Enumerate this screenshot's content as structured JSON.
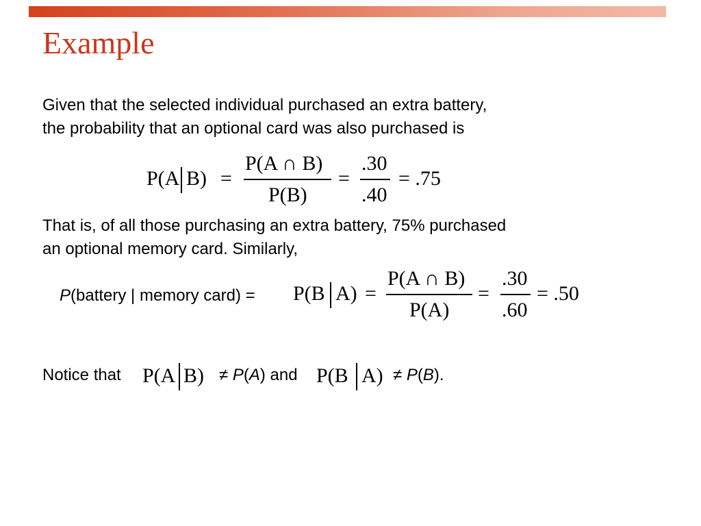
{
  "slide": {
    "title": "Example",
    "para1": [
      "Given that the selected individual purchased an extra battery,",
      "the probability that an optional card was also purchased is"
    ],
    "eq1": {
      "lhs_a": "P(A",
      "lhs_b": "B)",
      "eq": "=",
      "num": "P(A ∩ B)",
      "den": "P(B)",
      "num2": ".30",
      "den2": ".40",
      "result": "= .75"
    },
    "para2": [
      "That is, of all those purchasing an extra battery, 75% purchased",
      "an optional memory card. Similarly,"
    ],
    "eq2": {
      "label_p": "P",
      "label_rest": "(battery | memory card) =",
      "lhs_a": "P(B",
      "lhs_b": "A)",
      "eq": "=",
      "num": "P(A ∩ B)",
      "den": "P(A)",
      "num2": ".30",
      "den2": ".60",
      "result": "= .50"
    },
    "notice": {
      "prefix": "Notice that",
      "expr1_a": "P(A",
      "expr1_b": "B)",
      "neq1": "≠",
      "p1": "P",
      "p1_open": "(",
      "p1_var": "A",
      "p1_close": ") and",
      "expr2_a": "P(B",
      "expr2_b": "A)",
      "neq2": "≠",
      "p2": "P",
      "p2_open": "(",
      "p2_var": "B",
      "p2_close": ")."
    }
  }
}
